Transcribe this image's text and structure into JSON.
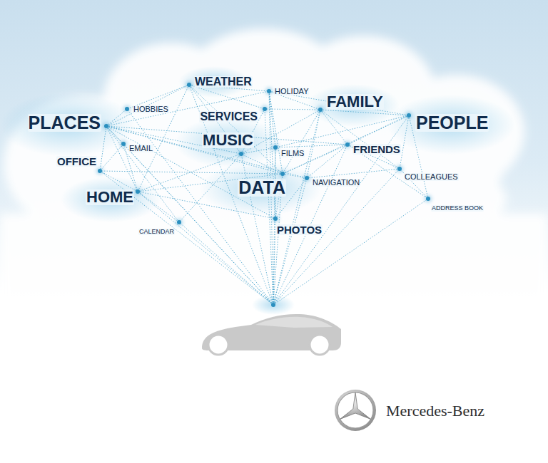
{
  "diagram": {
    "nodes": [
      {
        "text": [
          "WEATHER"
        ]
      },
      {
        "text": [
          "HOLIDAY"
        ]
      },
      {
        "text": [
          "HOBBIES"
        ]
      },
      {
        "text": [
          "FAMILY"
        ]
      },
      {
        "text": [
          "SERVICES"
        ]
      },
      {
        "text": [
          "PLACES"
        ]
      },
      {
        "text": [
          "PEOPLE"
        ]
      },
      {
        "text": [
          "EMAIL"
        ]
      },
      {
        "text": [
          "MUSIC"
        ]
      },
      {
        "text": [
          "FILMS"
        ]
      },
      {
        "text": [
          "FRIENDS"
        ]
      },
      {
        "text": [
          "OFFICE"
        ]
      },
      {
        "text": [
          "COLLEAGUES"
        ]
      },
      {
        "text": [
          "NAVIGATION"
        ]
      },
      {
        "text": [
          "DATA"
        ]
      },
      {
        "text": [
          "HOME"
        ]
      },
      {
        "text": [
          "ADDRESS BOOK"
        ]
      },
      {
        "text": [
          "CALENDAR"
        ]
      },
      {
        "text": [
          "PHOTOS"
        ]
      }
    ],
    "edges": [
      {
        "from": 5,
        "to": 0,
        "arrow": "none"
      },
      {
        "from": 5,
        "to": 2,
        "arrow": "none"
      },
      {
        "from": 5,
        "to": 7,
        "arrow": "none"
      },
      {
        "from": 5,
        "to": 11,
        "arrow": "none"
      },
      {
        "from": 5,
        "to": 15,
        "arrow": "none"
      },
      {
        "from": 5,
        "to": 8,
        "arrow": "none"
      },
      {
        "from": 5,
        "to": 1,
        "arrow": "none"
      },
      {
        "from": 5,
        "to": 13,
        "arrow": "none"
      },
      {
        "from": 5,
        "to": 14,
        "arrow": "none"
      },
      {
        "from": 5,
        "to": 18,
        "arrow": "none"
      },
      {
        "from": 5,
        "to": 17,
        "arrow": "none"
      },
      {
        "from": 5,
        "to": 10,
        "arrow": "none"
      },
      {
        "from": 0,
        "to": 1,
        "arrow": "none"
      },
      {
        "from": 0,
        "to": 2,
        "arrow": "none"
      },
      {
        "from": 0,
        "to": 4,
        "arrow": "none"
      },
      {
        "from": 0,
        "to": 8,
        "arrow": "none"
      },
      {
        "from": 0,
        "to": 14,
        "arrow": "none"
      },
      {
        "from": 0,
        "to": 15,
        "arrow": "none"
      },
      {
        "from": 1,
        "to": 3,
        "arrow": "none"
      },
      {
        "from": 1,
        "to": 9,
        "arrow": "none"
      },
      {
        "from": 1,
        "to": 14,
        "arrow": "none"
      },
      {
        "from": 1,
        "to": 6,
        "arrow": "none"
      },
      {
        "from": 1,
        "to": 18,
        "arrow": "none"
      },
      {
        "from": 3,
        "to": 6,
        "arrow": "none"
      },
      {
        "from": 3,
        "to": 10,
        "arrow": "none"
      },
      {
        "from": 3,
        "to": 4,
        "arrow": "none"
      },
      {
        "from": 3,
        "to": 8,
        "arrow": "none"
      },
      {
        "from": 3,
        "to": 13,
        "arrow": "none"
      },
      {
        "from": 3,
        "to": 12,
        "arrow": "none"
      },
      {
        "from": 3,
        "to": 14,
        "arrow": "none"
      },
      {
        "from": 6,
        "to": 10,
        "arrow": "none"
      },
      {
        "from": 6,
        "to": 12,
        "arrow": "none"
      },
      {
        "from": 6,
        "to": 16,
        "arrow": "none"
      },
      {
        "from": 6,
        "to": 9,
        "arrow": "none"
      },
      {
        "from": 6,
        "to": 14,
        "arrow": "none"
      },
      {
        "from": 8,
        "to": 9,
        "arrow": "none"
      },
      {
        "from": 8,
        "to": 4,
        "arrow": "none"
      },
      {
        "from": 8,
        "to": 15,
        "arrow": "none"
      },
      {
        "from": 8,
        "to": 17,
        "arrow": "none"
      },
      {
        "from": 8,
        "to": 14,
        "arrow": "none"
      },
      {
        "from": 10,
        "to": 12,
        "arrow": "none"
      },
      {
        "from": 10,
        "to": 16,
        "arrow": "none"
      },
      {
        "from": 10,
        "to": 13,
        "arrow": "none"
      },
      {
        "from": 10,
        "to": 14,
        "arrow": "none"
      },
      {
        "from": 10,
        "to": 9,
        "arrow": "none"
      },
      {
        "from": 14,
        "to": 18,
        "arrow": "none"
      },
      {
        "from": 14,
        "to": 13,
        "arrow": "none"
      },
      {
        "from": 14,
        "to": 15,
        "arrow": "none"
      },
      {
        "from": 14,
        "to": 11,
        "arrow": "none"
      },
      {
        "from": 15,
        "to": 11,
        "arrow": "none"
      },
      {
        "from": 15,
        "to": 17,
        "arrow": "none"
      },
      {
        "from": 15,
        "to": 18,
        "arrow": "none"
      },
      {
        "from": 12,
        "to": 16,
        "arrow": "none"
      },
      {
        "from": 12,
        "to": 13,
        "arrow": "none"
      },
      {
        "from": 18,
        "to": 9,
        "arrow": "none"
      },
      {
        "from": 18,
        "to": 13,
        "arrow": "none"
      },
      {
        "from": 7,
        "to": 11,
        "arrow": "none"
      },
      {
        "from": 7,
        "to": 15,
        "arrow": "none"
      }
    ],
    "labels": [
      "Mercedes-Benz"
    ]
  }
}
